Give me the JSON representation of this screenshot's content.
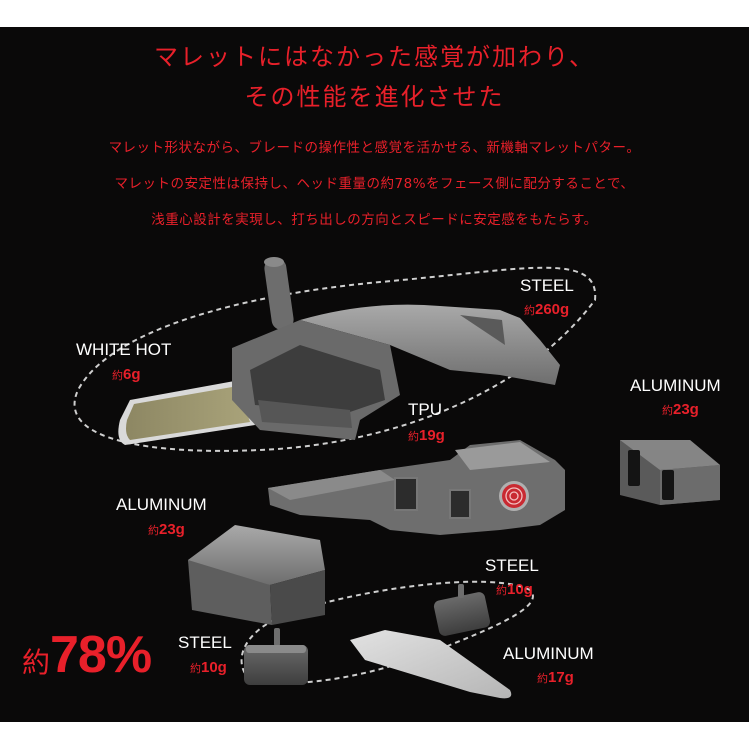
{
  "headline": {
    "line1": "マレットにはなかった感覚が加わり、",
    "line2": "その性能を進化させた"
  },
  "description": {
    "line1": "マレット形状ながら、ブレードの操作性と感覚を活かせる、新機軸マレットパター。",
    "line2": "マレットの安定性は保持し、ヘッド重量の約78%をフェース側に配分することで、",
    "line3": "浅重心設計を実現し、打ち出しの方向とスピードに安定感をもたらす。"
  },
  "parts": [
    {
      "material": "WHITE HOT",
      "prefix": "約",
      "weight": "6g"
    },
    {
      "material": "STEEL",
      "prefix": "約",
      "weight": "260g"
    },
    {
      "material": "TPU",
      "prefix": "約",
      "weight": "19g"
    },
    {
      "material": "ALUMINUM",
      "prefix": "約",
      "weight": "23g"
    },
    {
      "material": "ALUMINUM",
      "prefix": "約",
      "weight": "23g"
    },
    {
      "material": "STEEL",
      "prefix": "約",
      "weight": "10g"
    },
    {
      "material": "STEEL",
      "prefix": "約",
      "weight": "10g"
    },
    {
      "material": "ALUMINUM",
      "prefix": "約",
      "weight": "17g"
    }
  ],
  "callout": {
    "prefix": "約",
    "value": "78%"
  },
  "colors": {
    "accent": "#e8202a",
    "background": "#0a0909",
    "label": "#ffffff",
    "metal": "#7a7a7a"
  }
}
